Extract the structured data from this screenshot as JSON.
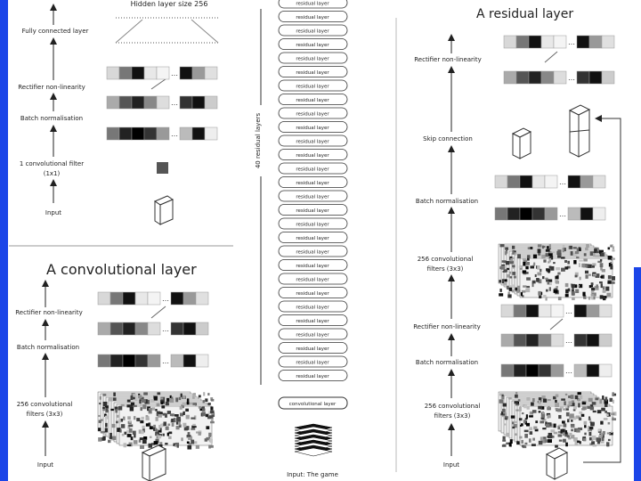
{
  "colors": {
    "edge": "#1b45e8",
    "line": "#222222"
  },
  "top_left": {
    "hidden_size": "Hidden layer size 256",
    "fully_connected": "Fully connected layer",
    "rectifier": "Rectifier non-linearity",
    "batch_norm": "Batch normalisation",
    "conv_filter_l1": "1 convolutional filter",
    "conv_filter_l2": "(1x1)",
    "input": "Input"
  },
  "conv_layer": {
    "title": "A convolutional layer",
    "rectifier": "Rectifier non-linearity",
    "batch_norm": "Batch normalisation",
    "filters_l1": "256 convolutional",
    "filters_l2": "filters (3x3)",
    "input": "Input"
  },
  "tower": {
    "vertical_label": "40 residual layers",
    "block_label": "residual layer",
    "block_count": 28,
    "conv_block": "convolutional layer",
    "input_label": "Input: The game"
  },
  "residual_layer": {
    "title": "A residual layer",
    "rectifier_top": "Rectifier non-linearity",
    "skip": "Skip connection",
    "batch_norm_1": "Batch normalisation",
    "filters_1_l1": "256 convolutional",
    "filters_1_l2": "filters (3x3)",
    "rectifier_mid": "Rectifier non-linearity",
    "batch_norm_2": "Batch normalisation",
    "filters_2_l1": "256 convolutional",
    "filters_2_l2": "filters (3x3)",
    "input": "Input"
  }
}
